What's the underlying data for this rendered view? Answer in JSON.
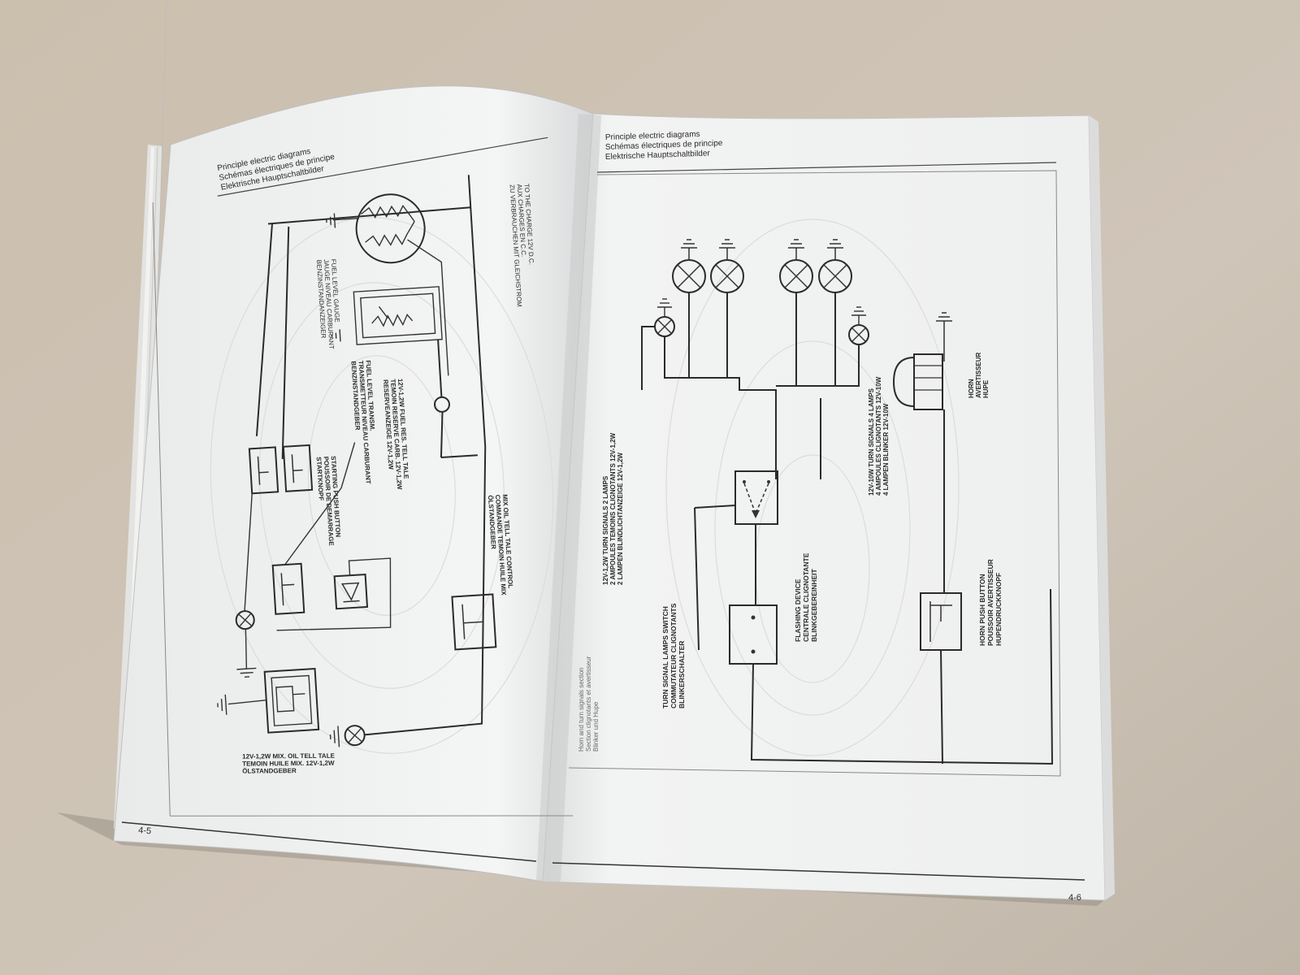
{
  "left_page": {
    "header": [
      "Principle electric diagrams",
      "Schémas électriques de principe",
      "Elektrische Hauptschaltbilder"
    ],
    "page_number": "4-5",
    "labels": {
      "to_charge": [
        "TO THE CHARGE 12V D.C.",
        "AUX CHARGES EN C.C.",
        "ZU VERBRAUCHEN MIT GLEICHSTROM"
      ],
      "fuel_gauge": [
        "FUEL LEVEL GAUGE",
        "JAUGE NIVEAU CARBURANT",
        "BENZINSTANDANZEIGER"
      ],
      "fuel_transm": [
        "FUEL LEVEL TRANSM.",
        "TRANSMETTEUR NIVEAU CARBURANT",
        "BENZINSTANDGEBER"
      ],
      "fuel_res": [
        "12V-1,2W FUEL RES. TELL TALE",
        "TEMOIN RESERVE CARB. 12V-1,2W",
        "RESERVEANZEIGE 12V-1,2W"
      ],
      "starting_push": [
        "STARTING PUSH BUTTON",
        "POUSSOIR DE DEMARRAGE",
        "STARTKNOPF"
      ],
      "mix_oil": [
        "MIX OIL TELL TALE CONTROL",
        "COMMANDE TEMOIN HUILE MIX",
        "ÖLSTANDGEBER"
      ],
      "oil_tell_tale": [
        "12V-1,2W MIX. OIL TELL TALE",
        "TEMOIN HUILE MIX. 12V-1,2W",
        "ÖLSTANDGEBER"
      ]
    }
  },
  "right_page": {
    "header": [
      "Principle electric diagrams",
      "Schémas électriques de principe",
      "Elektrische Hauptschaltbilder"
    ],
    "page_number": "4-6",
    "section": [
      "Horn and turn signals section",
      "Section clignotants et avertisseur",
      "Blinker und Hupe"
    ],
    "labels": {
      "switch": [
        "TURN SIGNAL LAMPS SWITCH",
        "COMMUTATEUR CLIGNOTANTS",
        "BLINKERSCHALTER"
      ],
      "two_lamps": [
        "12V-1,2W TURN SIGNALS 2 LAMPS",
        "2 AMPOULES TEMOINS CLIGNOTANTS 12V-1,2W",
        "2 LAMPEN BLINDLICHTANZEIGE 12V-1,2W"
      ],
      "flashing": [
        "FLASHING DEVICE",
        "CENTRALE CLIGNOTANTE",
        "BLINKGEBEREINHEIT"
      ],
      "four_lamps": [
        "12V-10W TURN SIGNALS 4 LAMPS",
        "4 AMPOULES CLIGNOTANTS 12V-10W",
        "4 LAMPEN BLINKER 12V-10W"
      ],
      "horn": [
        "HORN",
        "AVERTISSEUR",
        "HUPE"
      ],
      "horn_push": [
        "HORN PUSH BUTTON",
        "POUSSOIR AVERTISSEUR",
        "HUPENDRUCKKNOPF"
      ]
    }
  }
}
